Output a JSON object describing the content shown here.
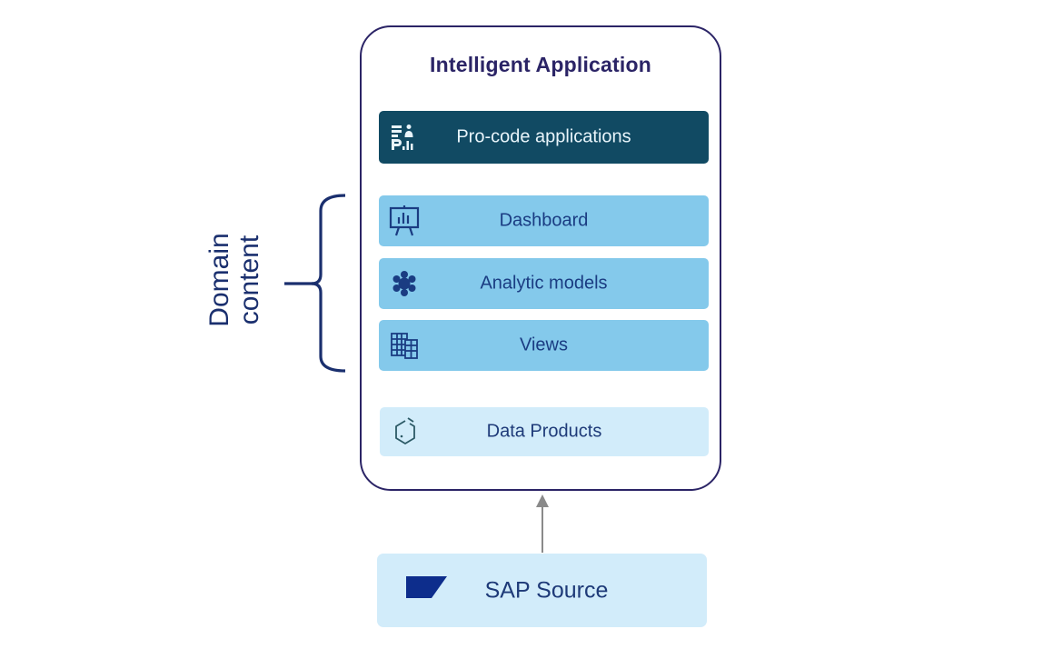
{
  "diagram": {
    "container_title": "Intelligent Application",
    "layers": [
      {
        "label": "Pro-code applications",
        "icon": "pro-code-apps-icon"
      },
      {
        "label": "Dashboard",
        "icon": "dashboard-easel-chart-icon"
      },
      {
        "label": "Analytic models",
        "icon": "analytic-model-network-icon"
      },
      {
        "label": "Views",
        "icon": "table-views-icon"
      },
      {
        "label": "Data Products",
        "icon": "data-product-hexagon-icon"
      }
    ],
    "group_label": {
      "line1": "Domain",
      "line2": "content"
    },
    "source": {
      "label": "SAP Source",
      "icon": "sap-logo-icon"
    },
    "colors": {
      "outline": "#2b2466",
      "pro_code_bg": "#114a63",
      "domain_content_bg": "#84c9eb",
      "data_products_bg": "#d2ecfa",
      "source_bg": "#d2ecfa",
      "text_dark_blue": "#1a3c82",
      "arrow": "#8a8a8a"
    }
  }
}
